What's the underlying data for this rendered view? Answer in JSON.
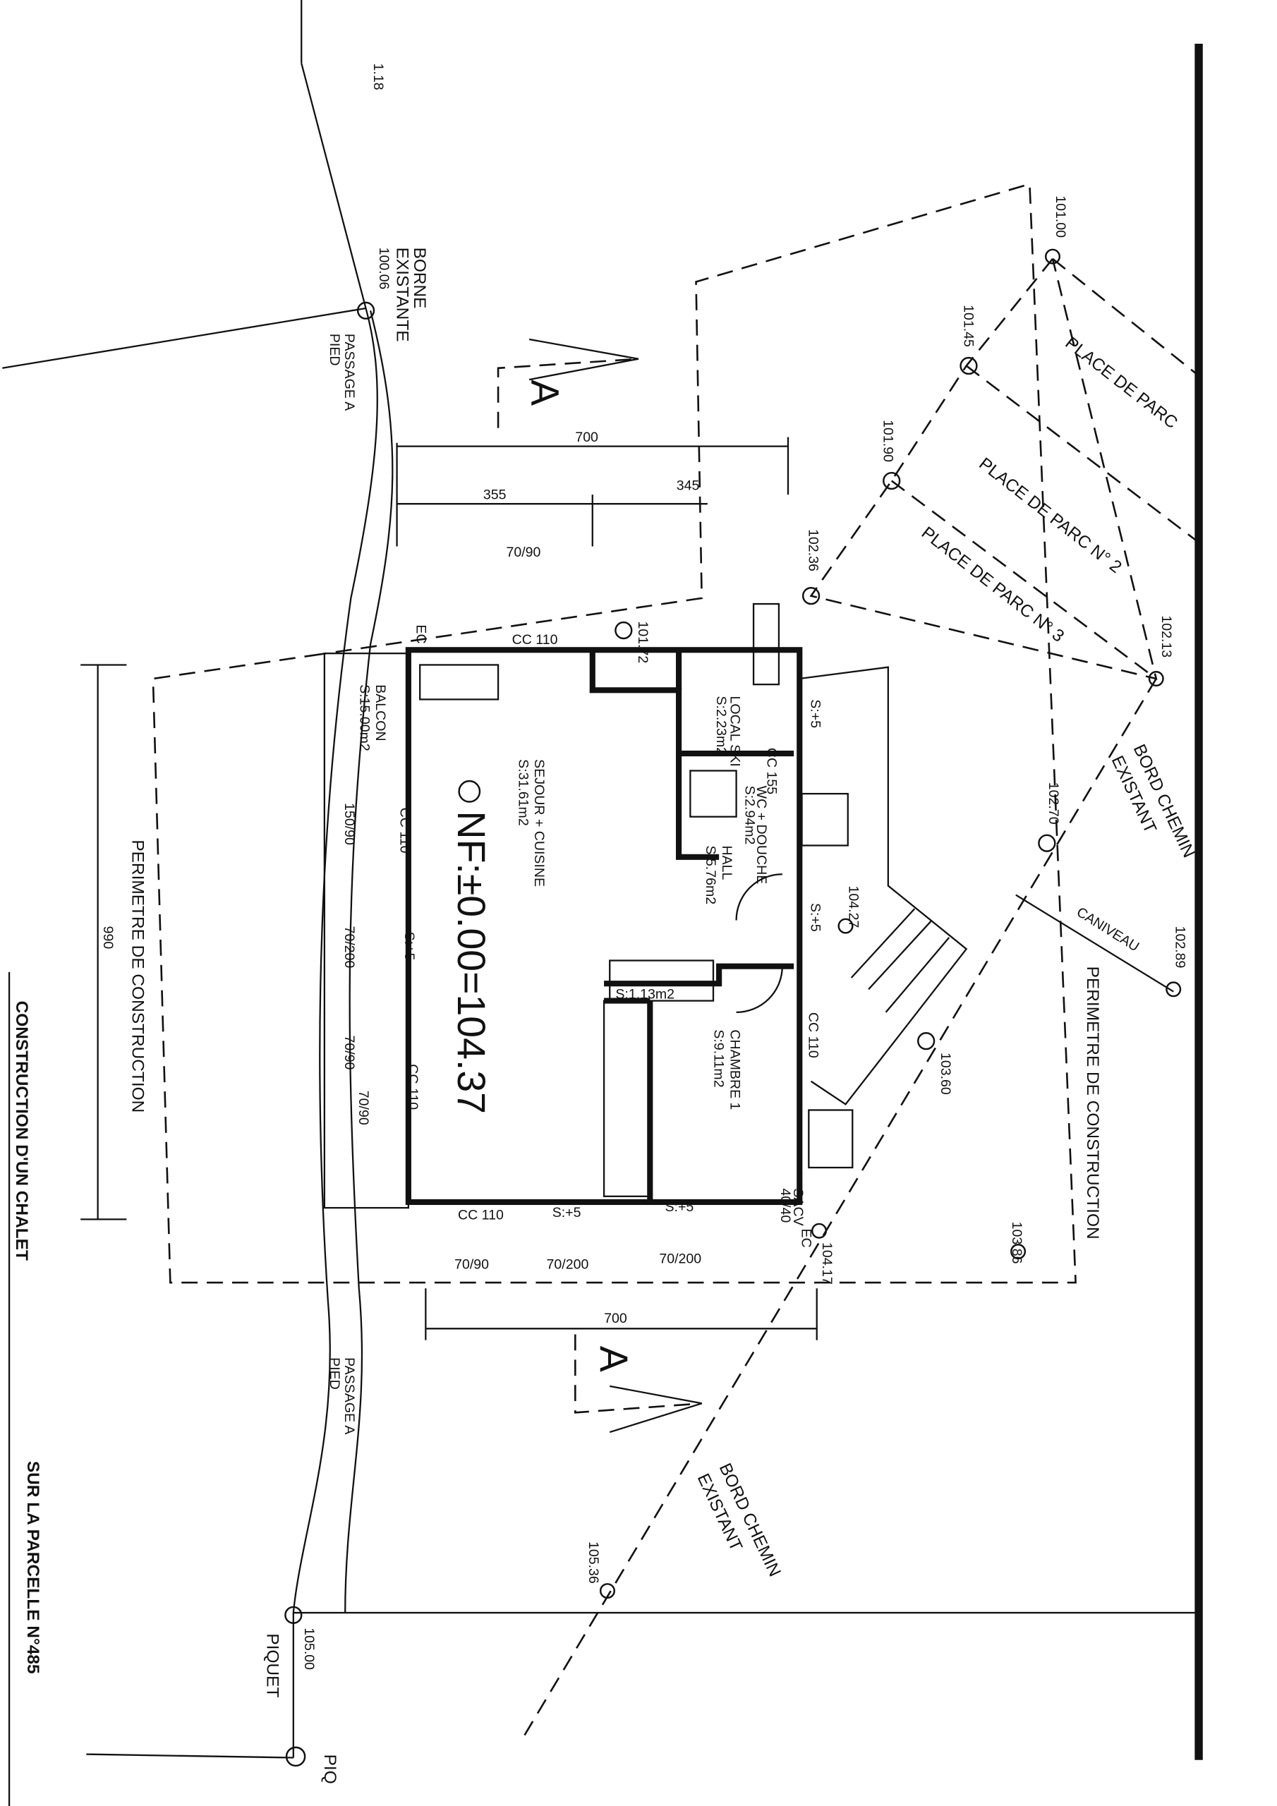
{
  "title": {
    "line1": "CONSTRUCTION D'UN CHALET",
    "line2": "SUR LA PARCELLE N°485"
  },
  "labels": {
    "top_ref": "1.18",
    "borne": "BORNE",
    "existante": "EXISTANTE",
    "borne_level": "100.06",
    "passage_top": "PASSAGE A",
    "passage_top2": "PIED",
    "passage_bottom": "PASSAGE A",
    "passage_bottom2": "PIED",
    "section_top": "A",
    "section_bottom": "A",
    "perimetre_left": "PERIMETRE DE CONSTRUCTION",
    "perimetre_right": "PERIMETRE DE CONSTRUCTION",
    "bord_top": "BORD CHEMIN",
    "bord_top2": "EXISTANT",
    "bord_bottom": "BORD CHEMIN",
    "bord_bottom2": "EXISTANT",
    "caniveau": "CANIVEAU",
    "parc1": "PLACE DE PARC",
    "parc2": "PLACE DE PARC N° 2",
    "parc3": "PLACE DE PARC N° 3",
    "piquet": "PIQUET",
    "piq": "PIQ",
    "ec1": "EC",
    "ec2": "EC",
    "sacv": "SACV",
    "sacv2": "40/40",
    "nf": "NF:±0.00=104.37"
  },
  "dimensions": {
    "top_total": "700",
    "top_a": "355",
    "top_b": "345",
    "bottom_total": "700",
    "left_total": "990"
  },
  "openings": [
    "70/90",
    "150/90",
    "70/200",
    "70/90",
    "70/90",
    "70/90",
    "70/200",
    "70/200",
    "CC 110",
    "CC 110",
    "CC 110",
    "CC 110",
    "CC 110",
    "CC 155",
    "S:+5",
    "S:+5",
    "S:+5",
    "S:+5",
    "S:+5"
  ],
  "rooms": [
    {
      "name": "BALCON",
      "area": "S:15.00m2"
    },
    {
      "name": "SEJOUR + CUISINE",
      "area": "S:31.61m2"
    },
    {
      "name": "LOCAL SKI",
      "area": "S:2.23m2"
    },
    {
      "name": "WC + DOUCHE",
      "area": "S:2.94m2"
    },
    {
      "name": "HALL",
      "area": "S:5.76m2"
    },
    {
      "name": "CHAMBRE 1",
      "area": "S:9.11m2"
    },
    {
      "name": "",
      "area": "S:1.13m2"
    }
  ],
  "levels": [
    "101.72",
    "104.27",
    "102.70",
    "102.89",
    "103.60",
    "103.86",
    "104.17",
    "105.36",
    "105.00",
    "101.00",
    "101.45",
    "101.90",
    "102.36",
    "102.13"
  ]
}
